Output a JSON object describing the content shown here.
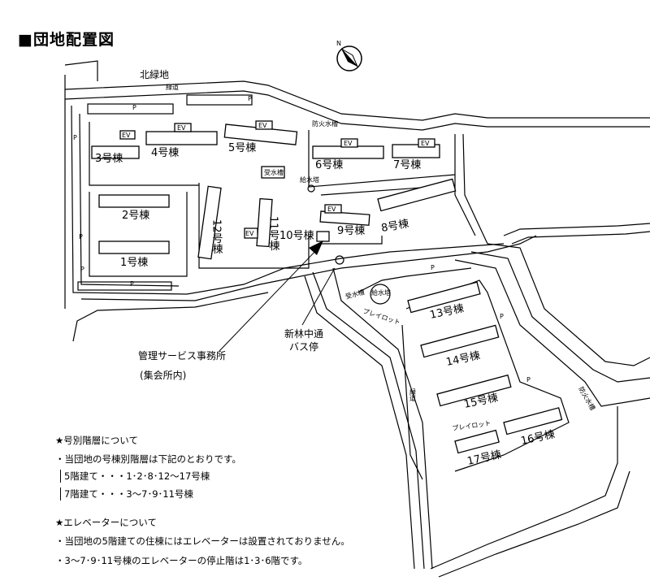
{
  "title": "■団地配置図",
  "compass": {
    "label": "N",
    "icon": "north-arrow-icon"
  },
  "map": {
    "north_green": "北緑地",
    "greenway": "緑道",
    "parking": "P",
    "elevator": "EV",
    "fire_tank": "防火水槽",
    "water_receiving_tank": "受水槽",
    "water_tower": "給水塔",
    "playlot": "プレイロット",
    "buildings": {
      "b1": "1号棟",
      "b2": "2号棟",
      "b3": "3号棟",
      "b4": "4号棟",
      "b5": "5号棟",
      "b6": "6号棟",
      "b7": "7号棟",
      "b8": "8号棟",
      "b9": "9号棟",
      "b10": "10号棟",
      "b11": "11号棟",
      "b12": "12号棟",
      "b13": "13号棟",
      "b14": "14号棟",
      "b15": "15号棟",
      "b16": "16号棟",
      "b17": "17号棟"
    },
    "bus_stop": {
      "line1": "新林中通",
      "line2": "バス停"
    },
    "office": {
      "line1": "管理サービス事務所",
      "line2": "(集会所内)"
    }
  },
  "notes": {
    "floors_heading": "★号別階層について",
    "floors_intro": "・当団地の号棟別階層は下記のとおりです。",
    "floors_5": "5階建て・・・1･2･8･12～17号棟",
    "floors_7": "7階建て・・・3～7･9･11号棟",
    "elevator_heading": "★エレベーターについて",
    "elevator_1": "・当団地の5階建ての住棟にはエレベーターは設置されておりません。",
    "elevator_2": "・3～7･9･11号棟のエレベーターの停止階は1･3･6階です。"
  }
}
